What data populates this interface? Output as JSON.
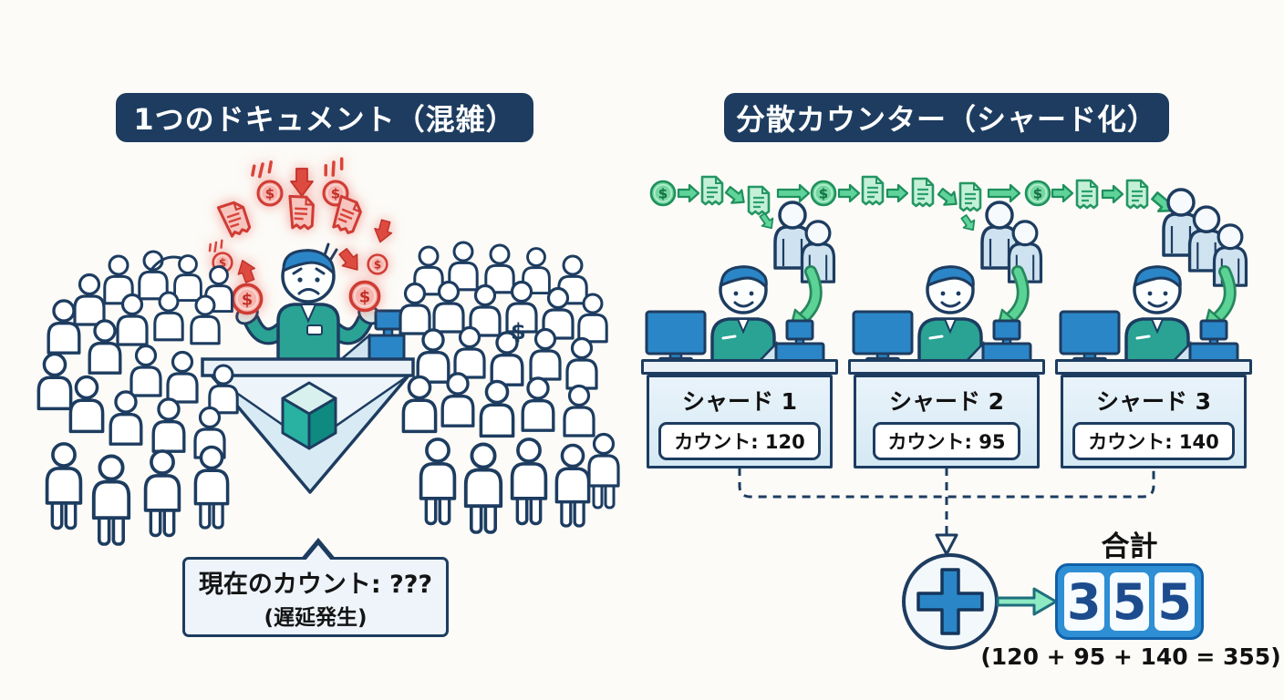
{
  "left_panel": {
    "title": "1つのドキュメント（混雑）",
    "bubble": {
      "line1": "現在のカウント: ???",
      "line2": "(遅延発生)"
    },
    "icons": [
      "stressed-cashier-icon",
      "cash-register-icon",
      "document-cube-icon",
      "crowd-person-icon",
      "red-dollar-coin-icon",
      "red-receipt-icon",
      "red-down-arrow-icon",
      "speed-lines-icon"
    ]
  },
  "right_panel": {
    "title": "分散カウンター（シャード化）",
    "flow_icons": [
      "dollar-coin-icon",
      "arrow-right-icon",
      "receipt-icon",
      "arrow-down-right-icon",
      "receipt-icon",
      "arrow-drop-icon",
      "arrow-right-long-icon",
      "dollar-coin-icon",
      "arrow-right-icon",
      "receipt-icon",
      "arrow-right-icon",
      "receipt-icon",
      "arrow-down-right-icon",
      "receipt-icon",
      "arrow-drop-icon",
      "arrow-right-long-icon",
      "dollar-coin-icon",
      "arrow-right-icon",
      "receipt-icon",
      "arrow-right-icon",
      "receipt-icon",
      "arrow-down-right-icon"
    ],
    "station_icons": [
      "monitor-icon",
      "happy-cashier-icon",
      "cash-register-icon",
      "queue-person-icon",
      "green-curved-arrow-icon"
    ],
    "shards": [
      {
        "label": "シャード 1",
        "count": "カウント: 120"
      },
      {
        "label": "シャード 2",
        "count": "カウント: 95"
      },
      {
        "label": "シャード 3",
        "count": "カウント: 140"
      }
    ],
    "total": {
      "label": "合計",
      "digits": [
        "3",
        "5",
        "5"
      ],
      "formula": "(120 + 95 + 140 = 355)"
    }
  },
  "colors": {
    "navy": "#1d3c60",
    "blue": "#2b86c8",
    "teal": "#2aa294",
    "desk_light_blue": "#ddeef7",
    "green": "#5ad395",
    "green_dark": "#1f8f5c",
    "red": "#d8443a",
    "red_light": "#f6b5ae",
    "mint": "#8deac2",
    "digit_blue": "#1c4c8e",
    "display_blue": "#2e8fd4",
    "background": "#fcfbf7"
  }
}
